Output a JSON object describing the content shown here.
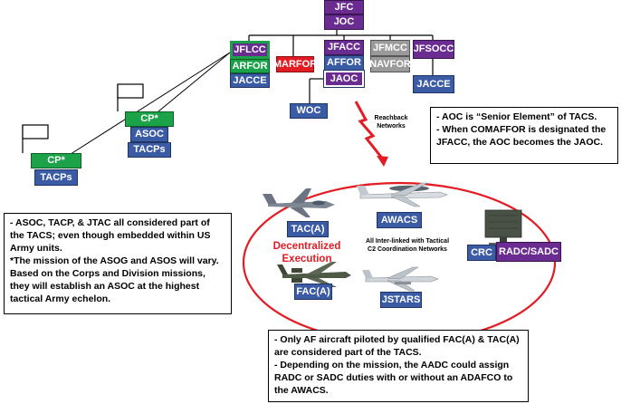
{
  "top": {
    "jfc": "JFC",
    "joc": "JOC"
  },
  "components": {
    "jflcc": "JFLCC",
    "arfor": "ARFOR",
    "jacce_left": "JACCE",
    "marfor": "MARFOR",
    "jfacc": "JFACC",
    "affor": "AFFOR",
    "jaoc": "JAOC",
    "jfmcc": "JFMCC",
    "navfor": "NAVFOR",
    "jfsocc": "JFSOCC",
    "jacce_right": "JACCE",
    "woc": "WOC"
  },
  "army_side": {
    "cp_upper": "CP*",
    "asoc": "ASOC",
    "tacps_upper": "TACPs",
    "cp_lower": "CP*",
    "tacps_lower": "TACPs"
  },
  "reachback": {
    "line1": "Reachback",
    "line2": "Networks"
  },
  "tacs_ellipse": {
    "tac_a": "TAC(A)",
    "awacs": "AWACS",
    "crc": "CRC",
    "radc_sadc": "RADC/SADC",
    "fac_a": "FAC(A)",
    "jstars": "JSTARS",
    "decentralized_line1": "Decentralized",
    "decentralized_line2": "Execution",
    "interlinked_line1": "All Inter-linked with Tactical",
    "interlinked_line2": "C2 Coordination Networks"
  },
  "notes": {
    "aoc": [
      "- AOC is “Senior Element” of TACS.",
      "- When COMAFFOR is designated the JFACC, the AOC becomes the JAOC."
    ],
    "asoc": [
      "- ASOC, TACP, & JTAC all considered part of the TACS; even though embedded within US Army units.",
      "*The mission of the ASOG and ASOS will vary. Based on the Corps and Division missions, they will establish an ASOC at the highest tactical Army echelon."
    ],
    "aircraft": [
      "- Only AF aircraft piloted by qualified FAC(A) & TAC(A) are considered part of the TACS.",
      "- Depending on the mission, the AADC could assign RADC or SADC duties with or without an ADAFCO to the AWACS."
    ]
  },
  "colors": {
    "purple": "#6a2c91",
    "blue": "#3b5ba5",
    "red": "#e31b23",
    "gray": "#9a9a9a",
    "green": "#1ca34a"
  }
}
